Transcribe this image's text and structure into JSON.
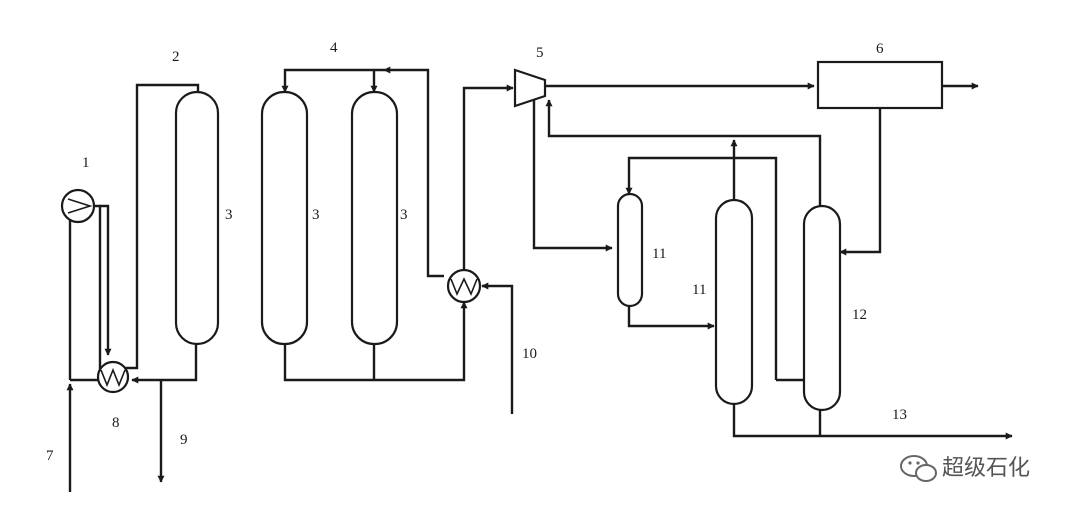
{
  "labels": {
    "l1": "1",
    "l2": "2",
    "l3a": "3",
    "l3b": "3",
    "l3c": "3",
    "l4": "4",
    "l5": "5",
    "l6": "6",
    "l7": "7",
    "l8": "8",
    "l9": "9",
    "l10": "10",
    "l11a": "11",
    "l11b": "11",
    "l12": "12",
    "l13": "13"
  },
  "watermark": {
    "text": "超级石化"
  },
  "colors": {
    "line": "#1a1a1a",
    "background": "#ffffff",
    "watermark": "#555555"
  }
}
